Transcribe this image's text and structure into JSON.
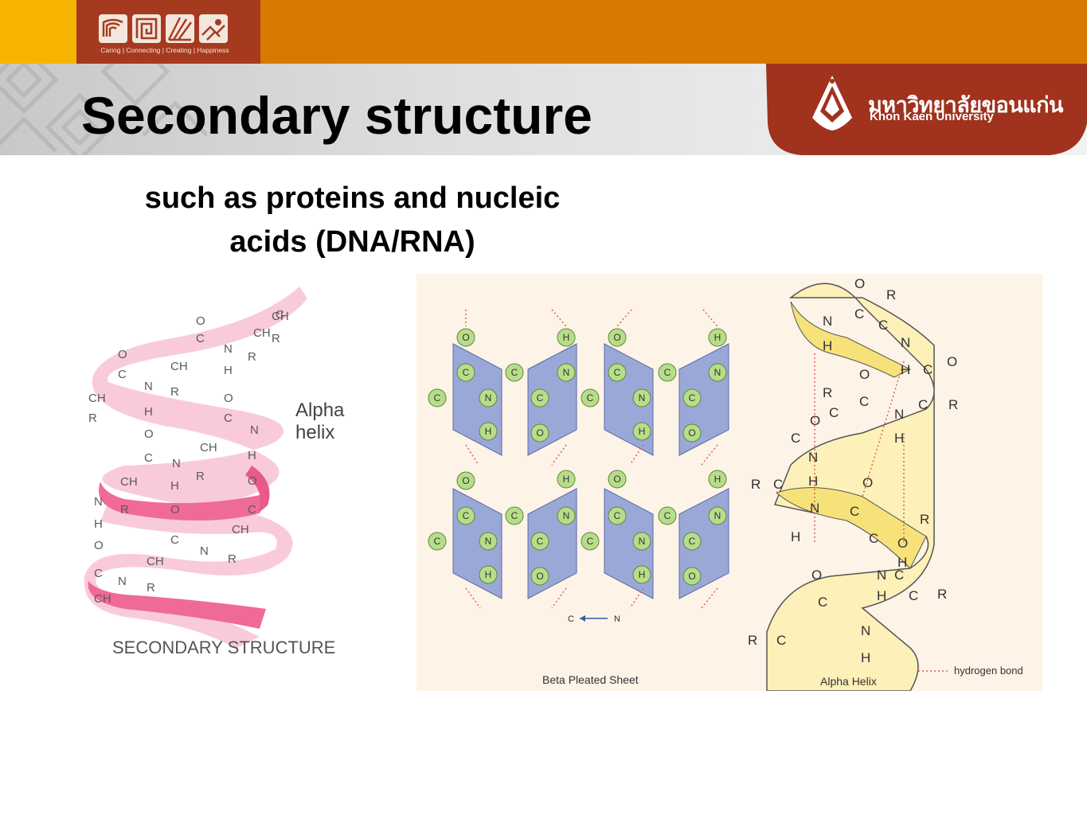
{
  "header": {
    "logo_tagline": "Caring | Connecting | Creating | Happiness",
    "university_thai": "มหาวิทยาลัยขอนแก่น",
    "university_en": "Khon Kaen University"
  },
  "slide": {
    "title": "Secondary structure",
    "subtitle_line1": "such as proteins and nucleic",
    "subtitle_line2": "acids (DNA/RNA)"
  },
  "figure_left": {
    "helix_label_1": "Alpha",
    "helix_label_2": "helix",
    "caption": "SECONDARY STRUCTURE"
  },
  "figure_right": {
    "beta_caption": "Beta Pleated Sheet",
    "alpha_caption": "Alpha Helix",
    "legend_hbond": "hydrogen bond",
    "direction_from": "C",
    "direction_to": "N"
  },
  "colors": {
    "topbar": "#d97a00",
    "accent_yellow": "#f6b400",
    "brand_red": "#a63a1f",
    "ribbon_pink": "#ef6b96",
    "sheet_blue": "#9aa8d8",
    "atom_green": "#b8dd8a",
    "helix_yellow": "#f7e27a"
  }
}
